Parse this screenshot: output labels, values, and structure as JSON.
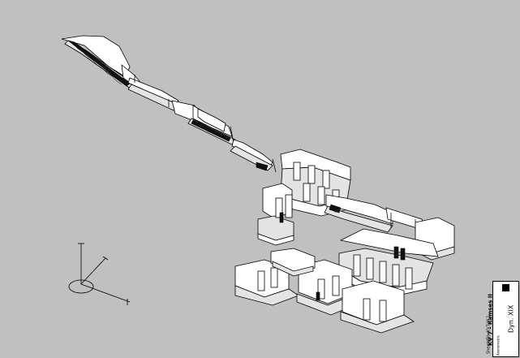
{
  "title_block": {
    "site_code": "Sheet(ID): KV7.W.1",
    "tomb_name": "KV 7 - Ramses II",
    "subtitle": "Axonometric",
    "dynasty": "Dyn. XIX"
  },
  "axis_icon": {
    "name": "xyz-axis-icon"
  },
  "colors": {
    "background": "#c0c0c0",
    "line": "#000000",
    "fill": "#ffffff"
  }
}
